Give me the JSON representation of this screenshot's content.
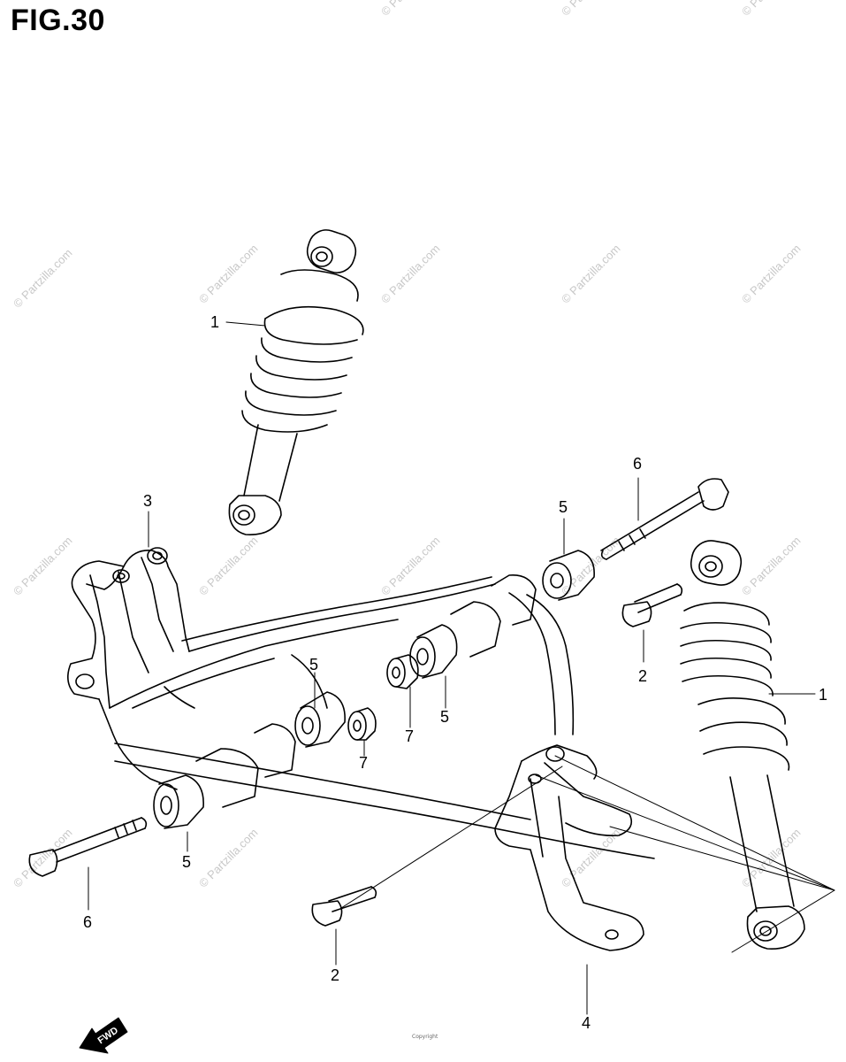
{
  "figure": {
    "title": "FIG.30"
  },
  "watermark": "© Partzilla.com",
  "callouts": {
    "shock_left": "1",
    "shock_right": "1",
    "bolt_2a": "2",
    "bolt_2b": "2",
    "bracket_left": "3",
    "bracket_right": "4",
    "bushing_a": "5",
    "bushing_b": "5",
    "bushing_c": "5",
    "bushing_d": "5",
    "bolt_6a": "6",
    "bolt_6b": "6",
    "washer_a": "7",
    "washer_b": "7"
  },
  "fwd_label": "FWD",
  "footer": {
    "copyright": "Copyright"
  }
}
